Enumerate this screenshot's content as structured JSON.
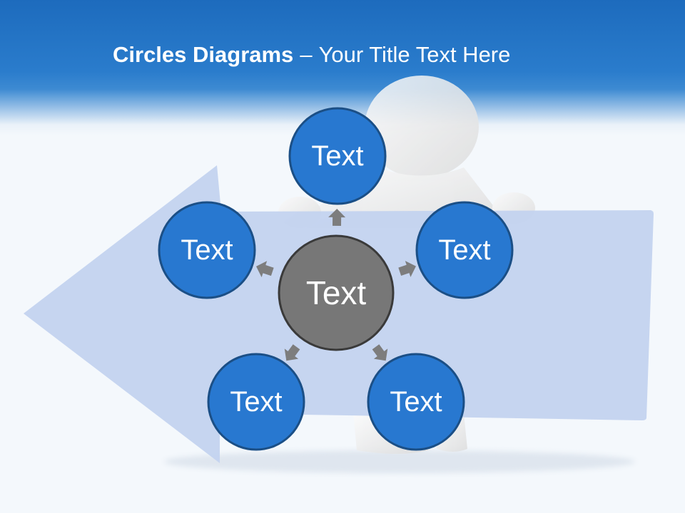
{
  "header": {
    "title_bold": "Circles Diagrams",
    "title_separator": "–",
    "title_rest": "Your Title Text Here"
  },
  "diagram": {
    "center": {
      "label": "Text",
      "color": "#777777"
    },
    "nodes": [
      {
        "id": "top",
        "label": "Text"
      },
      {
        "id": "upper-right",
        "label": "Text"
      },
      {
        "id": "lower-right",
        "label": "Text"
      },
      {
        "id": "lower-left",
        "label": "Text"
      },
      {
        "id": "upper-left",
        "label": "Text"
      }
    ],
    "node_color": "#2878d0",
    "arrow_color": "#7d7d7d",
    "background_arrow_color": "#c3d3ef"
  }
}
